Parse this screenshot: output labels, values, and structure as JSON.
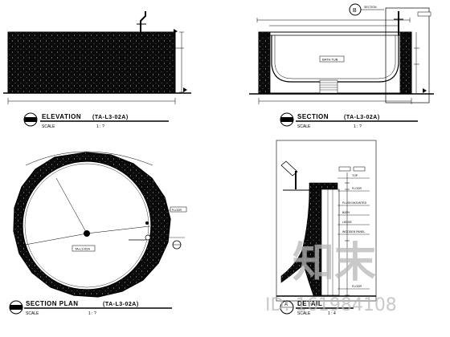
{
  "views": {
    "elevation": {
      "badge": "",
      "title": "ELEVATION",
      "ref": "(TA-L3-02A)",
      "scale_label": "SCALE",
      "scale_value": "1 : ?"
    },
    "section_top": {
      "badge": "B",
      "title": "SECTION",
      "ref": "(TA-L3-02A)",
      "scale_label": "SCALE",
      "scale_value": "1 : ?"
    },
    "section_plan": {
      "badge": "",
      "title": "SECTION PLAN",
      "ref": "(TA-L3-02A)",
      "scale_label": "SCALE",
      "scale_value": "1 : ?"
    },
    "detail": {
      "badge": "A",
      "title": "DETAIL",
      "ref": "",
      "scale_label": "SCALE",
      "scale_value": "1 : 4"
    }
  },
  "callouts": {
    "section_marker_text": "SECTION",
    "bath_label": "BATH TUB",
    "plan_tag": "TA-L3-02A",
    "finish_label": "FLOOR",
    "detail_notes": [
      "TOP",
      "FLOOR",
      "FLUSH MOUNTED",
      "BATH",
      "LEDGE",
      "WOODEN PANEL",
      "FLOOR"
    ]
  },
  "watermark": {
    "logo_text": "知末",
    "id_text": "ID: 161984108"
  },
  "colors": {
    "ink": "#000000",
    "watermark": "#b8b8b8"
  }
}
